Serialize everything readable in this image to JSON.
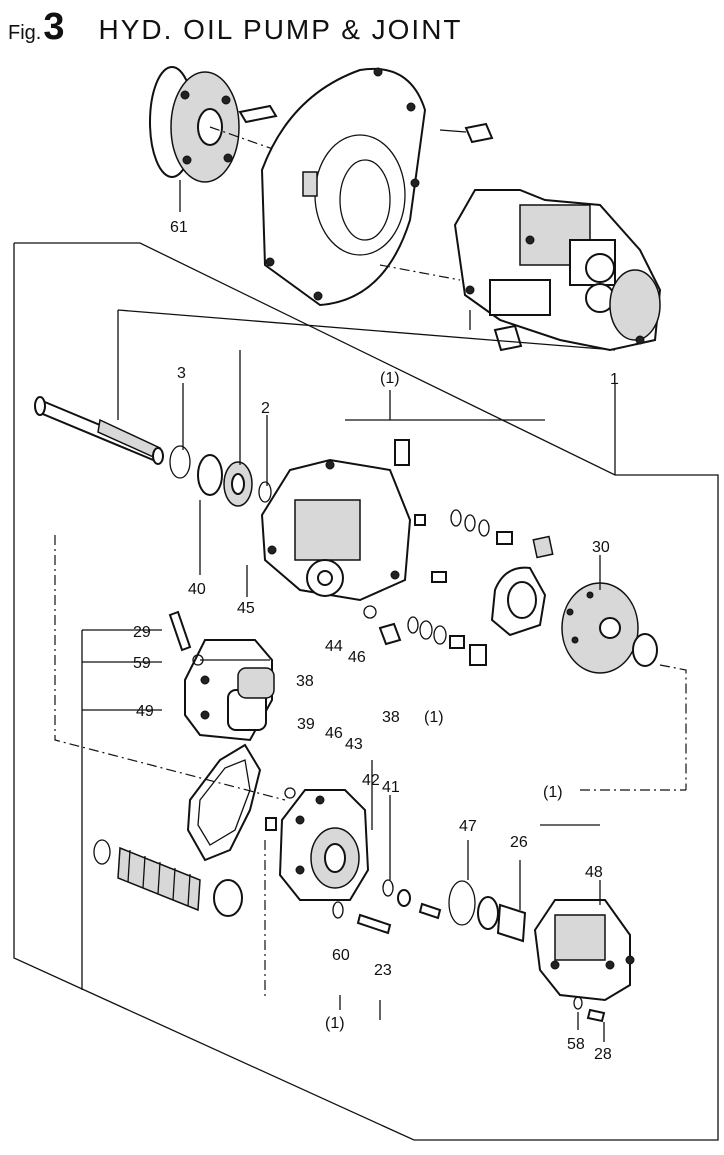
{
  "header": {
    "fig_label": "Fig.",
    "fig_number": "3",
    "title": "HYD. OIL PUMP & JOINT"
  },
  "callouts": {
    "c61": "61",
    "c1": "1",
    "c3": "3",
    "c1_top": "(1)",
    "c2": "2",
    "c30": "30",
    "c40": "40",
    "c45": "45",
    "c44": "44",
    "c46a": "46",
    "c29": "29",
    "c59": "59",
    "c38a": "38",
    "c49": "49",
    "c1_mid": "(1)",
    "c38b": "38",
    "c39": "39",
    "c46b": "46",
    "c43": "43",
    "c42": "42",
    "c41": "41",
    "c47": "47",
    "c1_right": "(1)",
    "c26": "26",
    "c48": "48",
    "c60": "60",
    "c23": "23",
    "c1_bottom": "(1)",
    "c58": "58",
    "c28": "28"
  }
}
